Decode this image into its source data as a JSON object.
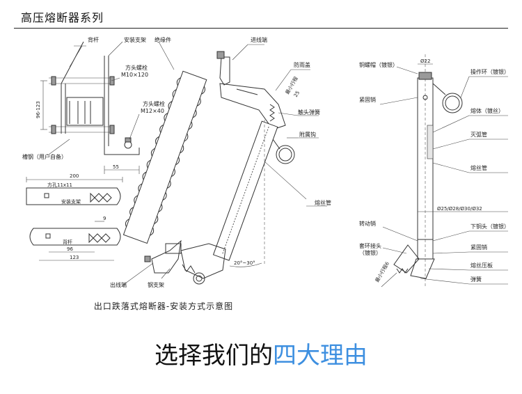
{
  "header": {
    "title": "高压熔断器系列"
  },
  "diagram_left": {
    "labels": {
      "back_rod": "背杆",
      "mount_bracket": "安装支架",
      "insulator": "绝缘件",
      "incoming_terminal": "进线端",
      "rain_cover": "防雨盖",
      "square_bolt_1": "方头螺栓",
      "square_bolt_1_size": "M10×120",
      "square_bolt_2": "方头螺栓",
      "square_bolt_2_size": "M12×40",
      "dim_vertical": "96-123",
      "channel_steel": "槽钢（用户自备）",
      "dim_55": "55",
      "contact_spring": "触头弹簧",
      "attach_hook": "附属钩",
      "fuse_tube": "熔丝管",
      "dim_200": "200",
      "hole_note": "方孔11x11",
      "mount_bracket_2": "安装支架",
      "dim_9": "9",
      "back_rod_2": "背杆",
      "dim_96": "96",
      "dim_123": "123",
      "angle": "20°~30°",
      "outgoing_terminal": "出线端",
      "steel_bracket": "钢支架",
      "stroke_note": "最小行程",
      "stroke_value": "25"
    },
    "caption": "出口跌落式熔断器-安装方式示意图"
  },
  "diagram_right": {
    "labels": {
      "copper_nut": "铜螺帽（镀银）",
      "dim_phi22": "Ø22",
      "operating_ring": "操作环（镀银）",
      "fastening_pin": "紧固销",
      "melt_body": "熔体（镀丝）",
      "arc_tube": "灭弧管",
      "fuse_tube": "熔丝管",
      "diameters": "Ø25/Ø28/Ø30/Ø32",
      "rotating_pin": "转动销",
      "lower_copper_head": "下铜头（镀银）",
      "ring_joint": "套环接头",
      "ring_joint_note": "（镀银）",
      "fastening_pin_2": "紧固销",
      "fuse_press_plate": "熔丝压板",
      "spring": "弹簧",
      "dim_side": "最小行程6"
    }
  },
  "footer": {
    "text_a": "选择我们的",
    "text_b": "四大理由"
  }
}
